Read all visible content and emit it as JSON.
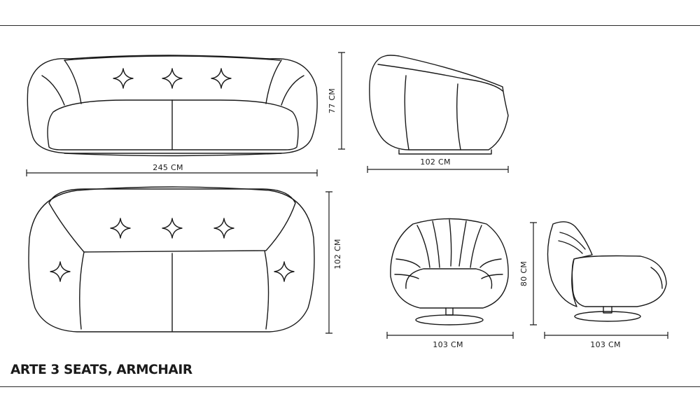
{
  "title": "ARTE 3 SEATS, ARMCHAIR",
  "dimensions": {
    "sofa_front_width": "245 CM",
    "sofa_front_height": "77 CM",
    "sofa_side_depth": "102 CM",
    "sofa_top_depth": "102 CM",
    "armchair_front_width": "103 CM",
    "armchair_height": "80 CM",
    "armchair_side_depth": "103 CM"
  },
  "colors": {
    "line": "#1a1a1a",
    "background": "#ffffff"
  },
  "icons": {
    "tufting": "four-point-star-icon"
  }
}
